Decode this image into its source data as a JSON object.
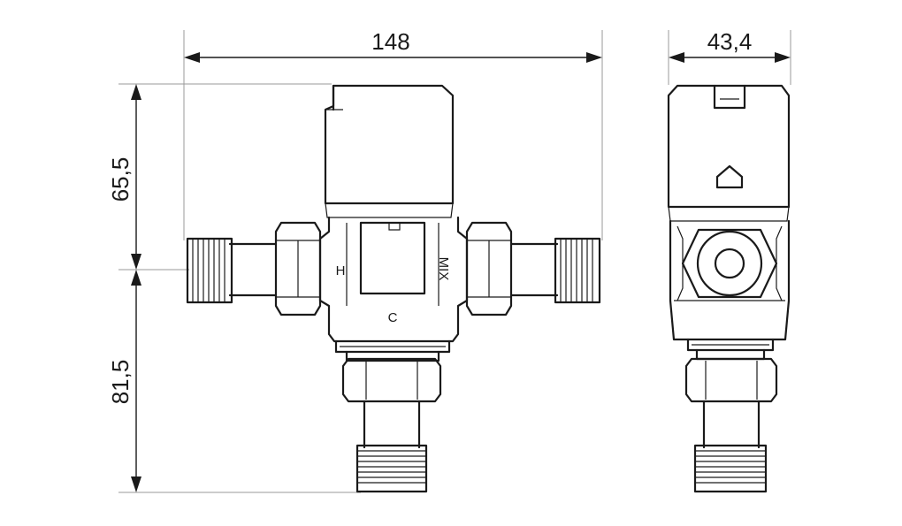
{
  "dimensions": {
    "overall_width": "148",
    "depth": "43,4",
    "upper_height": "65,5",
    "lower_height": "81,5"
  },
  "port_labels": {
    "hot": "H",
    "cold": "C",
    "mix": "MIX"
  },
  "colors": {
    "line": "#1a1a1a",
    "extension_line": "#9a9a9a",
    "background": "#ffffff"
  }
}
